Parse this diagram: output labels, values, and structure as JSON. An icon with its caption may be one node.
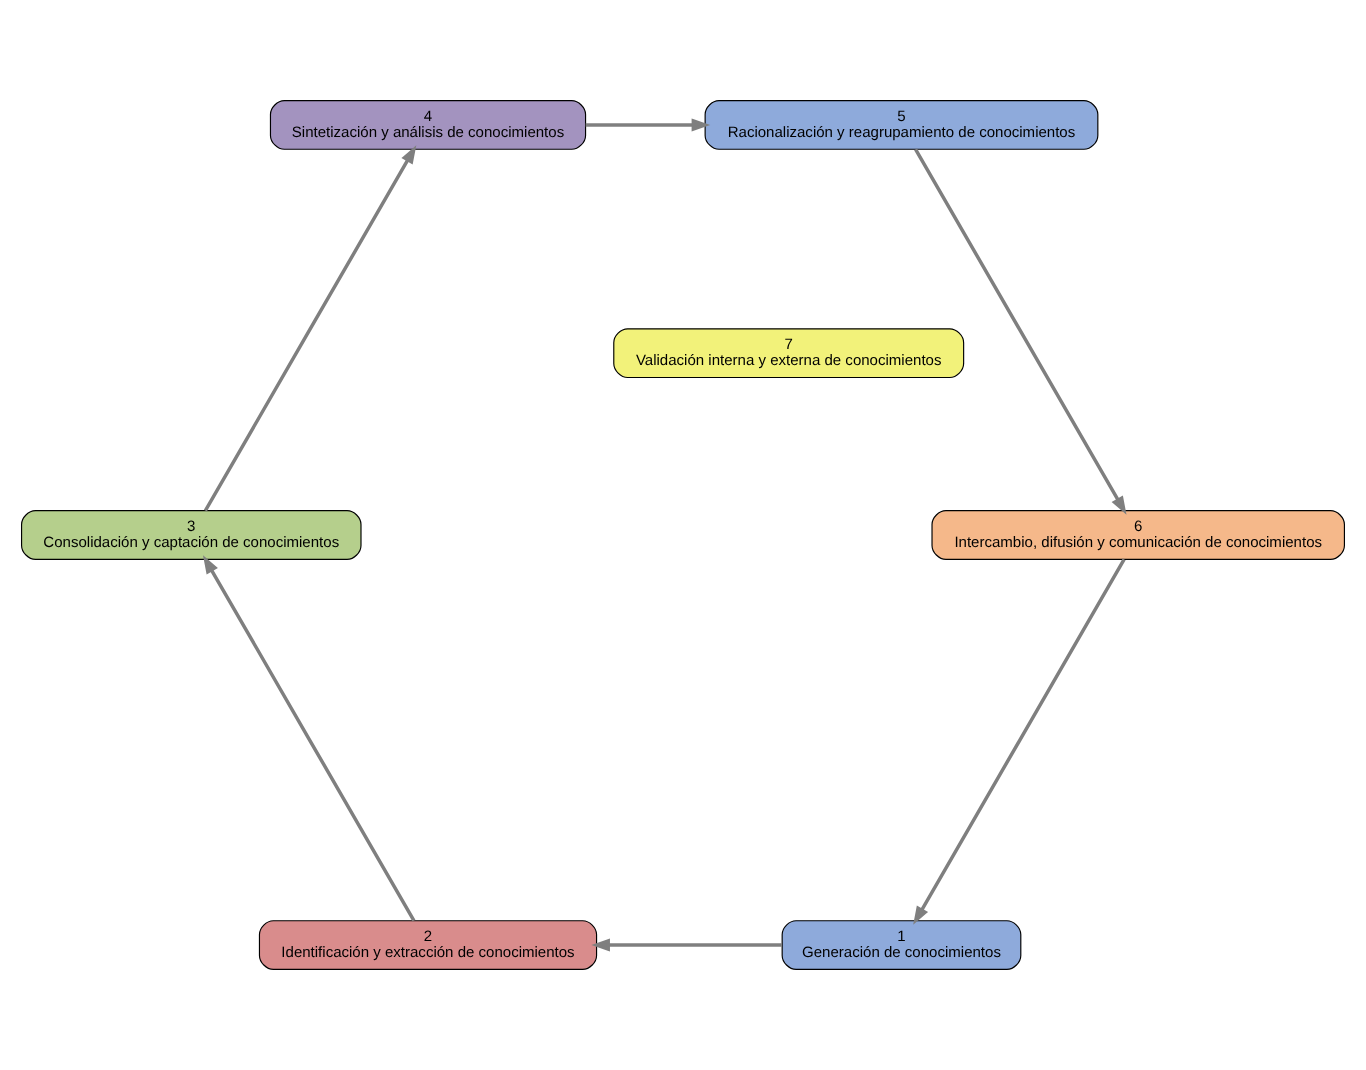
{
  "diagram": {
    "nodes": [
      {
        "text": [
          "1",
          "Generación de conocimientos"
        ]
      },
      {
        "text": [
          "2",
          "Identificación y extracción de conocimientos"
        ]
      },
      {
        "text": [
          "3",
          "Consolidación y captación de conocimientos"
        ]
      },
      {
        "text": [
          "4",
          "Sintetización y análisis de conocimientos"
        ]
      },
      {
        "text": [
          "5",
          "Racionalización y reagrupamiento de conocimientos"
        ]
      },
      {
        "text": [
          "6",
          "Intercambio, difusión y comunicación de conocimientos"
        ]
      },
      {
        "text": [
          "7",
          "Validación interna y externa de conocimientos"
        ]
      }
    ],
    "edges": [
      {
        "from": 0,
        "to": 1,
        "arrow": "to"
      },
      {
        "from": 1,
        "to": 2,
        "arrow": "to"
      },
      {
        "from": 2,
        "to": 3,
        "arrow": "to"
      },
      {
        "from": 3,
        "to": 4,
        "arrow": "to"
      },
      {
        "from": 4,
        "to": 5,
        "arrow": "to"
      },
      {
        "from": 5,
        "to": 0,
        "arrow": "to"
      }
    ]
  }
}
